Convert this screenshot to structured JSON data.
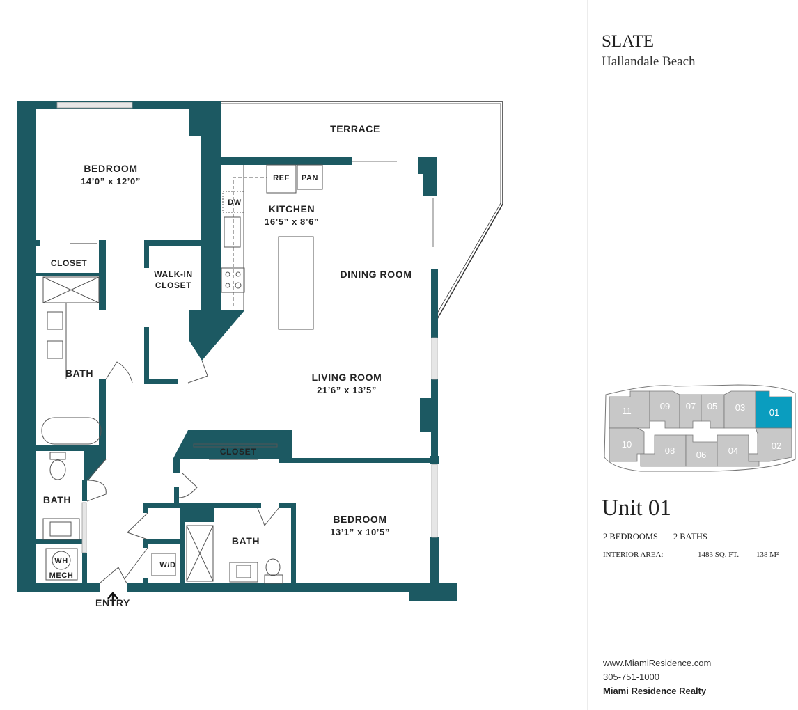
{
  "building": {
    "name": "SLATE",
    "location": "Hallandale Beach"
  },
  "unit": {
    "title": "Unit 01",
    "bedrooms": "2 BEDROOMS",
    "baths": "2 BATHS",
    "area_label": "INTERIOR AREA:",
    "area_sqft": "1483 SQ. FT.",
    "area_m2": "138 M²"
  },
  "contact": {
    "website": "www.MiamiResidence.com",
    "phone": "305-751-1000",
    "company": "Miami Residence Realty"
  },
  "colors": {
    "wall": "#1c5962",
    "key_unit": "#c8c8c8",
    "key_selected": "#0a9dbf"
  },
  "rooms": {
    "terrace": "TERRACE",
    "bedroom1": {
      "name": "BEDROOM",
      "dim": "14’0” x 12’0”"
    },
    "kitchen": {
      "name": "KITCHEN",
      "dim": "16’5” x 8’6”"
    },
    "ref": "REF",
    "pan": "PAN",
    "dw": "DW",
    "dining": "DINING ROOM",
    "living": {
      "name": "LIVING ROOM",
      "dim": "21’6” x 13’5”"
    },
    "closet1": "CLOSET",
    "walkin1": "WALK-IN",
    "walkin2": "CLOSET",
    "bath1": "BATH",
    "bath2": "BATH",
    "wh": "WH",
    "mech": "MECH",
    "wd": "W/D",
    "bath3": "BATH",
    "closet2": "CLOSET",
    "bedroom2": {
      "name": "BEDROOM",
      "dim": "13’1” x 10’5”"
    },
    "entry": "ENTRY"
  },
  "key_plan": {
    "selected": "01",
    "units": [
      "11",
      "09",
      "07",
      "05",
      "03",
      "01",
      "10",
      "08",
      "06",
      "04",
      "02"
    ]
  }
}
